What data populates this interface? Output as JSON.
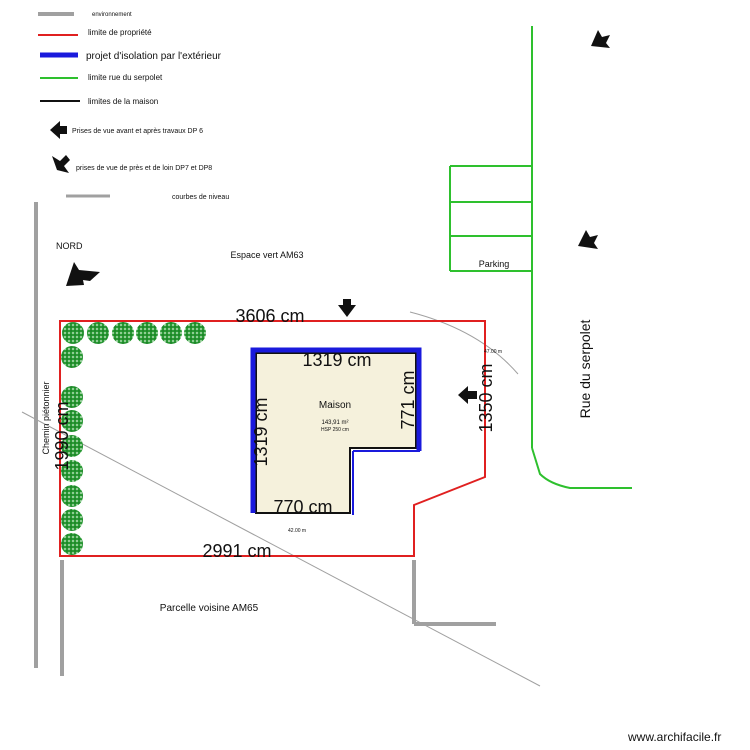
{
  "legend": {
    "items": [
      {
        "label": "environnement",
        "color": "#a0a0a0",
        "kind": "line-thick"
      },
      {
        "label": "limite de propriété",
        "color": "#e02020",
        "kind": "line"
      },
      {
        "label": "projet d'isolation par l'extérieur",
        "color": "#1a1adc",
        "kind": "line-bold"
      },
      {
        "label": "limite rue du serpolet",
        "color": "#2ec02e",
        "kind": "line"
      },
      {
        "label": "limites de la maison",
        "color": "#111111",
        "kind": "line"
      },
      {
        "label": "Prises de vue avant et après travaux DP 6",
        "kind": "arrow-left-icon"
      },
      {
        "label": "prises de vue de près et de loin DP7 et DP8",
        "kind": "arrow-diagonal-icon"
      },
      {
        "label": "courbes de niveau",
        "color": "#a0a0a0",
        "kind": "line-thick"
      }
    ]
  },
  "labels": {
    "nord": "NORD",
    "espace_vert": "Espace vert AM63",
    "parking": "Parking",
    "rue": "Rue du serpolet",
    "chemin": "Chemin piétonnier",
    "parcelle": "Parcelle voisine AM65",
    "maison": "Maison",
    "area": "143,91 m²",
    "hsp": "HSP 250 cm",
    "level_top": "47.00 m",
    "level_bottom": "42.00 m",
    "watermark": "www.archifacile.fr"
  },
  "dimensions": {
    "top": "3606 cm",
    "left": "1990 cm",
    "right": "1350 cm",
    "bottom": "2991 cm",
    "house_top": "1319 cm",
    "house_left": "1319 cm",
    "house_right": "771 cm",
    "house_bottom": "770 cm"
  },
  "colors": {
    "property": "#e02020",
    "insulation": "#1a1adc",
    "street": "#2ec02e",
    "house_fill": "#f5f1dc",
    "environment": "#a0a0a0",
    "hedge": "#1f8a2a"
  }
}
